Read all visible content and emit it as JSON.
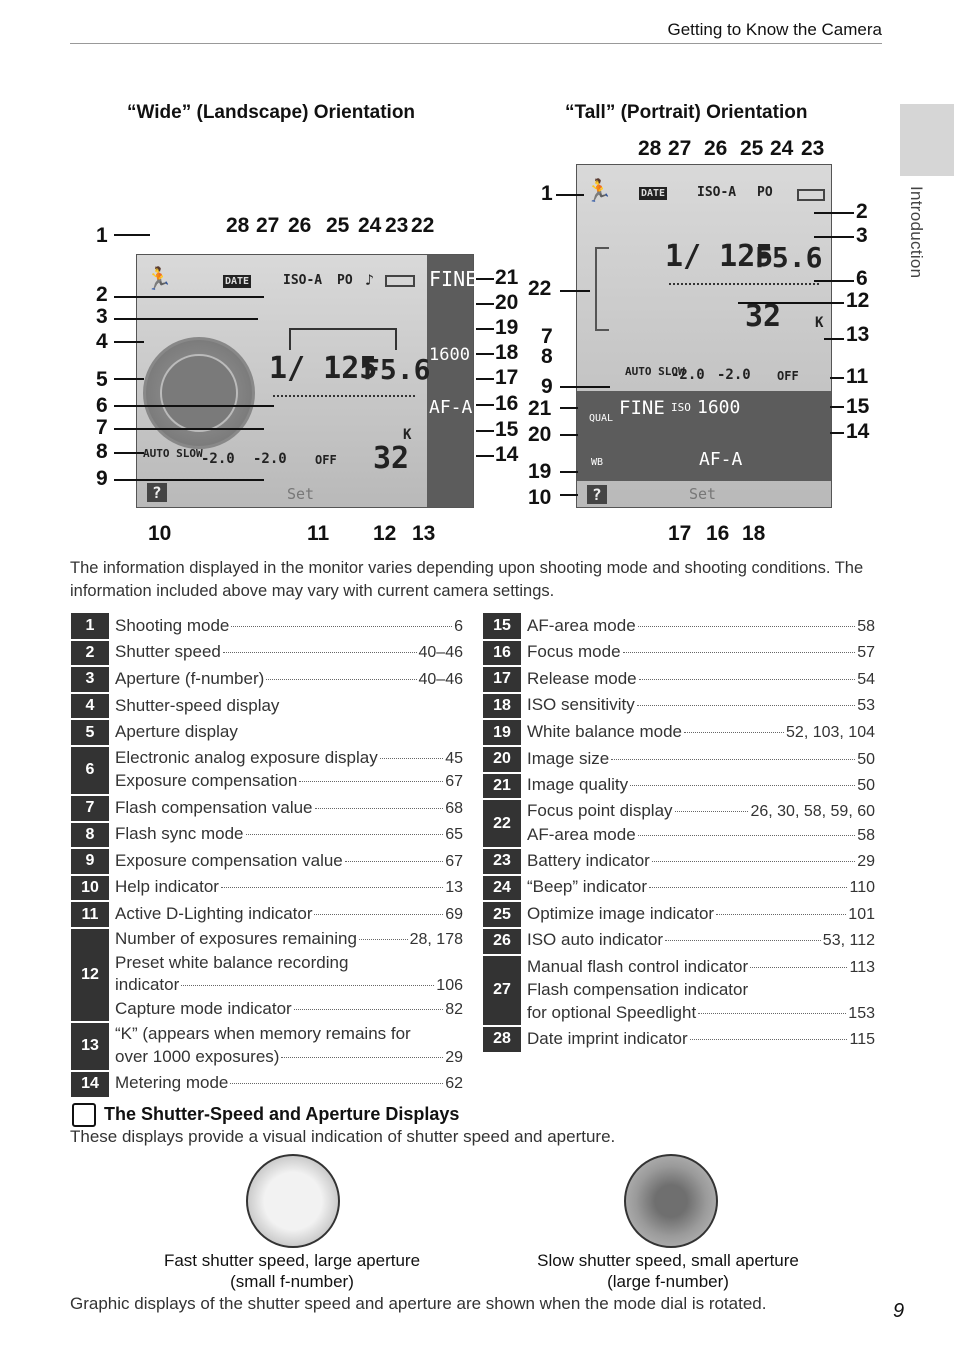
{
  "header": {
    "title": "Getting to Know the Camera"
  },
  "side_tab": {
    "label": "Introduction"
  },
  "page_number": "9",
  "wide": {
    "heading": "“Wide” (Landscape) Orientation",
    "top_callouts": [
      "28",
      "27",
      "26",
      "25",
      "24",
      "23",
      "22"
    ],
    "left_callouts": [
      "1",
      "2",
      "3",
      "4",
      "5",
      "6",
      "7",
      "8",
      "9"
    ],
    "right_callouts": [
      "21",
      "20",
      "19",
      "18",
      "17",
      "16",
      "15",
      "14"
    ],
    "bottom_callouts": [
      "10",
      "11",
      "12",
      "13"
    ],
    "screen": {
      "shutter": "1/ 125",
      "aperture": "F5.6",
      "exposures": "32",
      "k": "K",
      "date": "DATE",
      "iso_auto": "ISO-A",
      "optimize": "PO",
      "flash_sync": "AUTO SLOW",
      "exp_comp": "-2.0",
      "flash_comp": "-2.0",
      "dlighting": "OFF",
      "help": "?",
      "set": "Set",
      "quality": "FINE",
      "iso": "1600",
      "af": "AF-A"
    }
  },
  "tall": {
    "heading": "“Tall” (Portrait) Orientation",
    "top_callouts": [
      "28",
      "27",
      "26",
      "25",
      "24",
      "23"
    ],
    "left_callouts": [
      "1",
      "22",
      "7",
      "8",
      "9",
      "21",
      "20",
      "19",
      "10"
    ],
    "right_callouts": [
      "2",
      "3",
      "6",
      "12",
      "13",
      "11",
      "15",
      "14"
    ],
    "bottom_callouts": [
      "17",
      "16",
      "18"
    ],
    "screen": {
      "shutter": "1/ 125",
      "aperture": "F5.6",
      "exposures": "32",
      "k": "K",
      "date": "DATE",
      "iso_auto": "ISO-A",
      "optimize": "PO",
      "flash_sync": "AUTO SLOW",
      "exp_comp": "-2.0",
      "flash_comp": "-2.0",
      "dlighting": "OFF",
      "qual": "QUAL",
      "quality": "FINE",
      "iso_label": "ISO",
      "iso": "1600",
      "wb": "WB",
      "af": "AF-A",
      "help": "?",
      "set": "Set"
    }
  },
  "description": "The information displayed in the monitor varies depending upon shooting mode and shooting conditions. The information included above may vary with current camera settings.",
  "legend_left": [
    {
      "n": "1",
      "lines": [
        {
          "label": "Shooting mode",
          "page": "6"
        }
      ]
    },
    {
      "n": "2",
      "lines": [
        {
          "label": "Shutter speed",
          "page": "40–46"
        }
      ]
    },
    {
      "n": "3",
      "lines": [
        {
          "label": "Aperture (f-number)",
          "page": "40–46"
        }
      ]
    },
    {
      "n": "4",
      "lines": [
        {
          "label": "Shutter-speed display",
          "page": ""
        }
      ]
    },
    {
      "n": "5",
      "lines": [
        {
          "label": "Aperture display",
          "page": ""
        }
      ]
    },
    {
      "n": "6",
      "lines": [
        {
          "label": "Electronic analog exposure display",
          "page": "45"
        },
        {
          "label": "Exposure compensation",
          "page": "67"
        }
      ]
    },
    {
      "n": "7",
      "lines": [
        {
          "label": "Flash compensation value",
          "page": "68"
        }
      ]
    },
    {
      "n": "8",
      "lines": [
        {
          "label": "Flash sync mode",
          "page": "65"
        }
      ]
    },
    {
      "n": "9",
      "lines": [
        {
          "label": "Exposure compensation value",
          "page": "67"
        }
      ]
    },
    {
      "n": "10",
      "lines": [
        {
          "label": "Help indicator",
          "page": "13"
        }
      ]
    },
    {
      "n": "11",
      "lines": [
        {
          "label": "Active D-Lighting indicator",
          "page": "69"
        }
      ]
    },
    {
      "n": "12",
      "lines": [
        {
          "label": "Number of exposures remaining",
          "page": "28, 178"
        },
        {
          "label": "Preset white balance recording",
          "page": ""
        },
        {
          "label": "indicator",
          "page": "106"
        },
        {
          "label": "Capture mode indicator",
          "page": "82"
        }
      ]
    },
    {
      "n": "13",
      "lines": [
        {
          "label": "“K” (appears when memory remains for",
          "page": ""
        },
        {
          "label": "over 1000 exposures)",
          "page": "29"
        }
      ]
    },
    {
      "n": "14",
      "lines": [
        {
          "label": "Metering mode",
          "page": "62"
        }
      ]
    }
  ],
  "legend_right": [
    {
      "n": "15",
      "lines": [
        {
          "label": "AF-area mode",
          "page": "58"
        }
      ]
    },
    {
      "n": "16",
      "lines": [
        {
          "label": "Focus mode",
          "page": "57"
        }
      ]
    },
    {
      "n": "17",
      "lines": [
        {
          "label": "Release mode",
          "page": "54"
        }
      ]
    },
    {
      "n": "18",
      "lines": [
        {
          "label": "ISO sensitivity",
          "page": "53"
        }
      ]
    },
    {
      "n": "19",
      "lines": [
        {
          "label": "White balance mode",
          "page": "52, 103, 104"
        }
      ]
    },
    {
      "n": "20",
      "lines": [
        {
          "label": "Image size",
          "page": "50"
        }
      ]
    },
    {
      "n": "21",
      "lines": [
        {
          "label": "Image quality",
          "page": "50"
        }
      ]
    },
    {
      "n": "22",
      "lines": [
        {
          "label": "Focus point display",
          "page": "26, 30, 58, 59, 60"
        },
        {
          "label": "AF-area mode",
          "page": "58"
        }
      ]
    },
    {
      "n": "23",
      "lines": [
        {
          "label": "Battery indicator",
          "page": "29"
        }
      ]
    },
    {
      "n": "24",
      "lines": [
        {
          "label": "“Beep” indicator",
          "page": "110"
        }
      ]
    },
    {
      "n": "25",
      "lines": [
        {
          "label": "Optimize image indicator",
          "page": "101"
        }
      ]
    },
    {
      "n": "26",
      "lines": [
        {
          "label": "ISO auto indicator",
          "page": "53, 112"
        }
      ]
    },
    {
      "n": "27",
      "lines": [
        {
          "label": "Manual flash control indicator",
          "page": "113"
        },
        {
          "label": "Flash compensation indicator",
          "page": ""
        },
        {
          "label": "for optional Speedlight",
          "page": "153"
        }
      ]
    },
    {
      "n": "28",
      "lines": [
        {
          "label": "Date imprint indicator",
          "page": "115"
        }
      ]
    }
  ],
  "note": {
    "title": "The Shutter-Speed and Aperture Displays",
    "text": "These displays provide a visual indication of shutter speed and aperture.",
    "caption_fast_1": "Fast shutter speed, large aperture",
    "caption_fast_2": "(small f-number)",
    "caption_slow_1": "Slow shutter speed, small aperture",
    "caption_slow_2": "(large f-number)",
    "footer": "Graphic displays of the shutter speed and aperture are shown when the mode dial is rotated."
  }
}
